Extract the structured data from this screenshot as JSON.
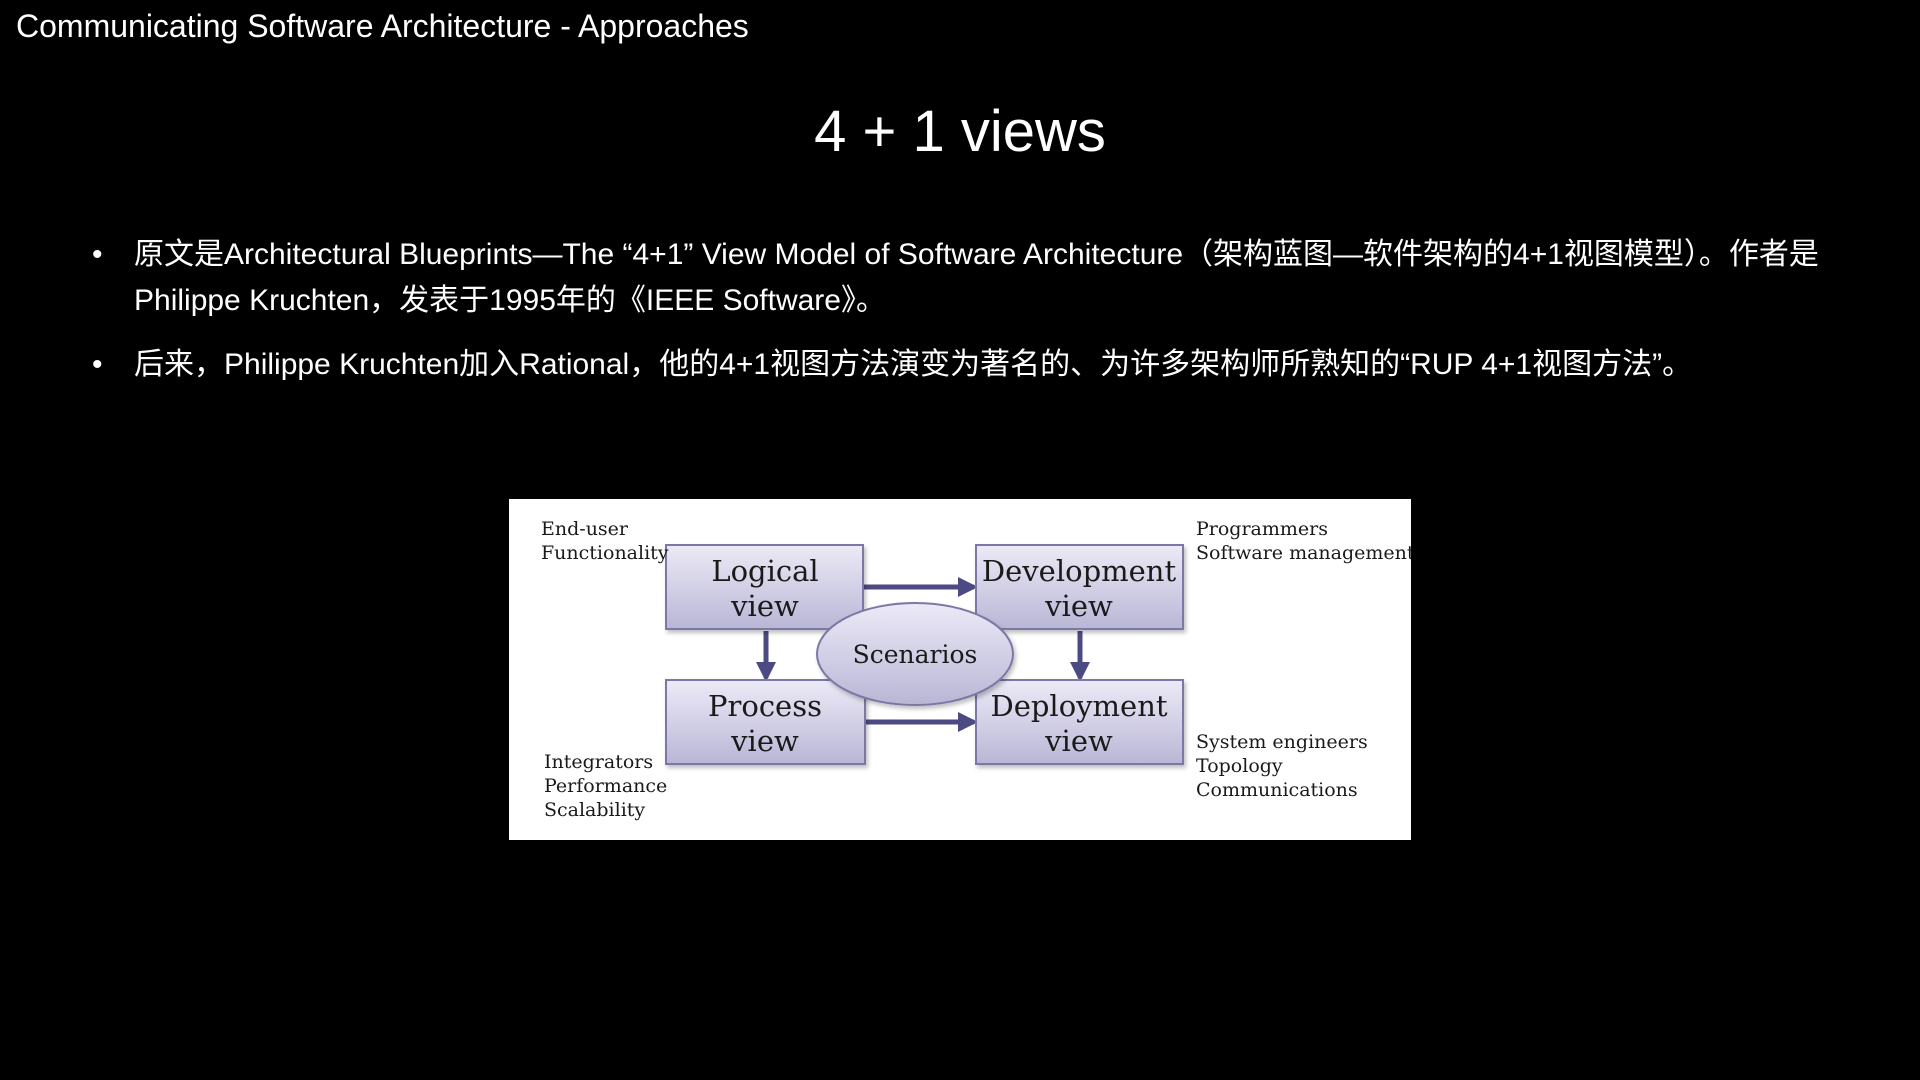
{
  "header": {
    "section_title": "Communicating Software Architecture - Approaches",
    "slide_title": "4 + 1 views"
  },
  "bullets": [
    {
      "marker": "•",
      "text": "原文是Architectural Blueprints—The “4+1” View Model of Software Architecture（架构蓝图—软件架构的4+1视图模型）。作者是Philippe Kruchten，发表于1995年的《IEEE Software》。"
    },
    {
      "marker": "•",
      "text": "后来，Philippe Kruchten加入Rational，他的4+1视图方法演变为著名的、为许多架构师所熟知的“RUP 4+1视图方法”。"
    }
  ],
  "diagram": {
    "colors": {
      "box_fill_top": "#eceaf6",
      "box_fill_bottom": "#b9b6d6",
      "box_stroke": "#7b78a6",
      "arrow": "#4c4a83",
      "background": "#ffffff"
    },
    "nodes": {
      "logical": {
        "line1": "Logical",
        "line2": "view"
      },
      "development": {
        "line1": "Development",
        "line2": "view"
      },
      "process": {
        "line1": "Process",
        "line2": "view"
      },
      "deployment": {
        "line1": "Deployment",
        "line2": "view"
      },
      "scenarios": {
        "label": "Scenarios"
      }
    },
    "corner_labels": {
      "top_left": [
        "End-user",
        "Functionality"
      ],
      "top_right": [
        "Programmers",
        "Software management"
      ],
      "bottom_left": [
        "Integrators",
        "Performance",
        "Scalability"
      ],
      "bottom_right": [
        "System engineers",
        "Topology",
        "Communications"
      ]
    }
  }
}
